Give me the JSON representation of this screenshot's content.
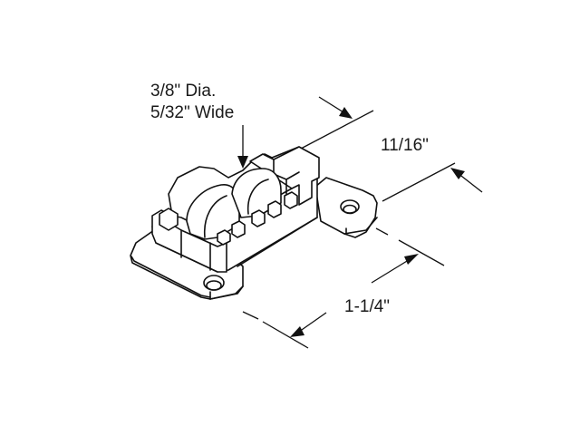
{
  "diagram": {
    "subject": "roller-assembly",
    "labels": {
      "roller_spec_line1": "3/8\" Dia.",
      "roller_spec_line2": "5/32\" Wide",
      "width_dim": "11/16\"",
      "length_dim": "1-1/4\""
    },
    "colors": {
      "line": "#111111",
      "background": "#ffffff",
      "text": "#1a1a1a"
    }
  }
}
